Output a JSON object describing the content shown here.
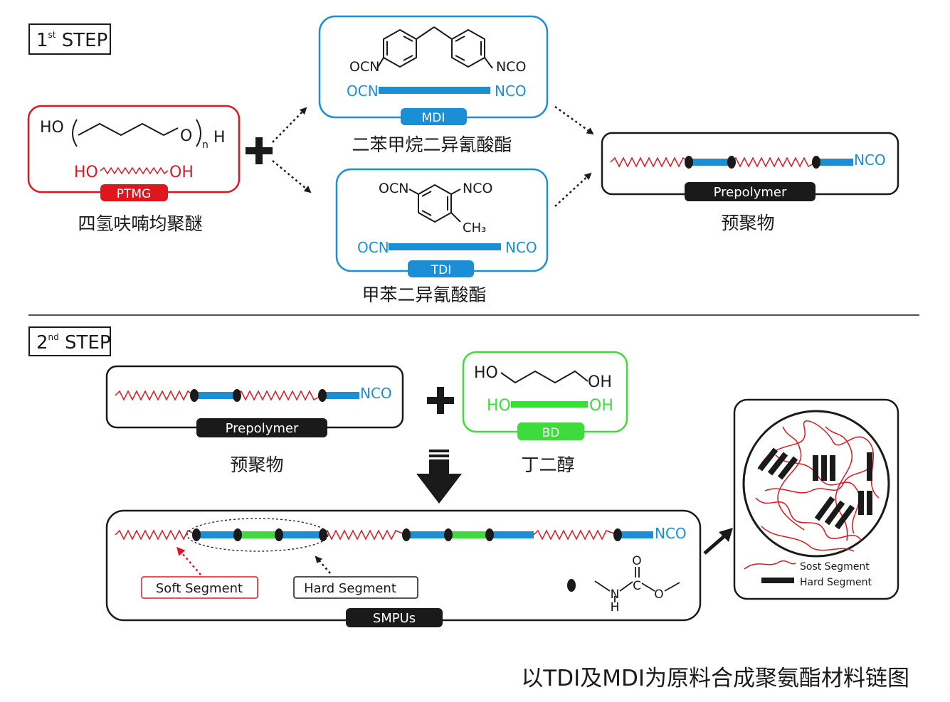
{
  "colors": {
    "blue": "#1a8fd6",
    "red": "#e0161e",
    "green": "#3ddc3d",
    "black": "#1a1a1a",
    "white": "#ffffff"
  },
  "step1": {
    "label_num": "1",
    "label_sup": "st",
    "label_text": " STEP",
    "ptmg": {
      "formula_ho": "HO",
      "formula_o": "O",
      "formula_n": "n",
      "formula_h": "H",
      "simple_ho": "HO",
      "simple_oh": "OH",
      "tag": "PTMG",
      "caption": "四氢呋喃均聚醚"
    },
    "mdi": {
      "ocn": "OCN",
      "nco": "NCO",
      "simple_ocn": "OCN",
      "simple_nco": "NCO",
      "tag": "MDI",
      "caption": "二苯甲烷二异氰酸酯"
    },
    "tdi": {
      "ocn": "OCN",
      "nco": "NCO",
      "ch3": "CH₃",
      "simple_ocn": "OCN",
      "simple_nco": "NCO",
      "tag": "TDI",
      "caption": "甲苯二异氰酸酯"
    },
    "prepolymer": {
      "nco": "NCO",
      "tag": "Prepolymer",
      "caption": "预聚物"
    }
  },
  "step2": {
    "label_num": "2",
    "label_sup": "nd",
    "label_text": " STEP",
    "prepolymer": {
      "nco": "NCO",
      "tag": "Prepolymer",
      "caption": "预聚物"
    },
    "bd": {
      "ho": "HO",
      "oh": "OH",
      "simple_ho": "HO",
      "simple_oh": "OH",
      "tag": "BD",
      "caption": "丁二醇"
    },
    "smpu": {
      "nco": "NCO",
      "soft_label": "Soft Segment",
      "hard_label": "Hard Segment",
      "urethane_o_top": "O",
      "urethane_c": "C",
      "urethane_o": "O",
      "urethane_n": "N",
      "urethane_h": "H",
      "tag": "SMPUs"
    },
    "morphology": {
      "legend_soft": "Sost Segment",
      "legend_hard": "Hard Segment"
    }
  },
  "footer": {
    "title": "以TDI及MDI为原料合成聚氨酯材料链图"
  }
}
